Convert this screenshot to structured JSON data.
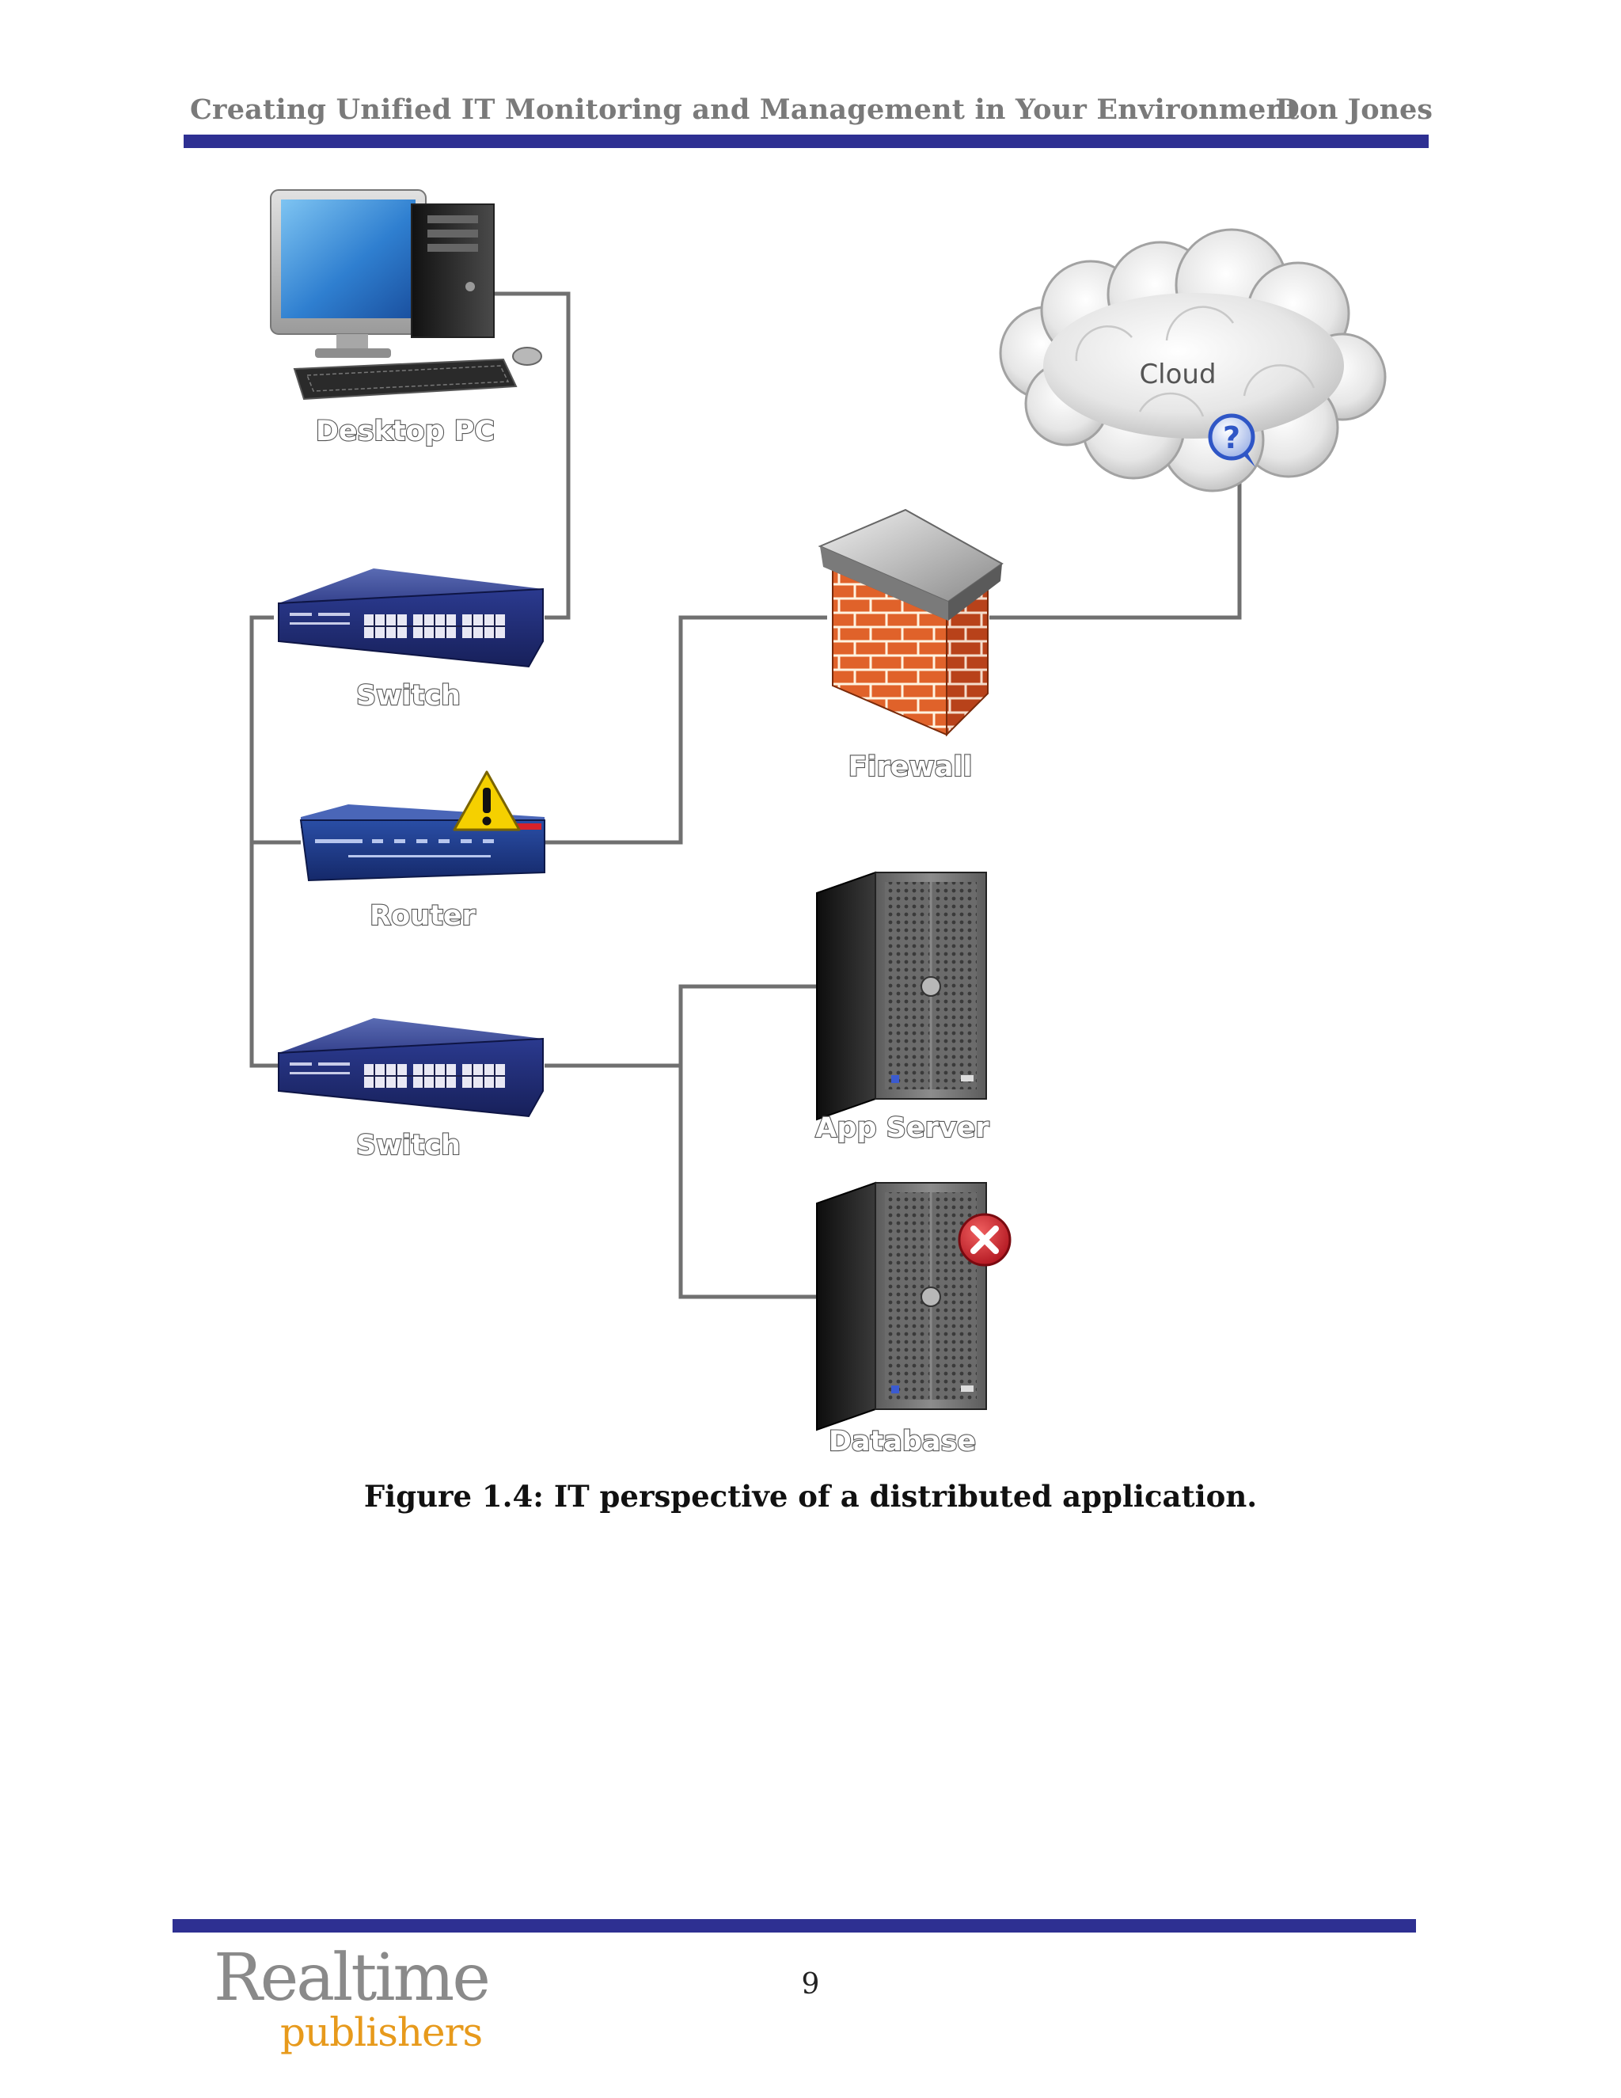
{
  "header": {
    "title": "Creating Unified IT Monitoring and Management in Your Environment",
    "author": "Don Jones",
    "rule_color": "#2e3092"
  },
  "diagram": {
    "nodes": {
      "desktop_pc": {
        "label": "Desktop PC",
        "icon": "desktop-computer-icon"
      },
      "switch_top": {
        "label": "Switch",
        "icon": "network-switch-icon"
      },
      "router": {
        "label": "Router",
        "icon": "router-icon",
        "status_icon": "warning-icon"
      },
      "switch_bottom": {
        "label": "Switch",
        "icon": "network-switch-icon"
      },
      "firewall": {
        "label": "Firewall",
        "icon": "brick-firewall-icon"
      },
      "cloud": {
        "label": "Cloud",
        "icon": "cloud-icon",
        "status_icon": "question-icon",
        "status_text": "?"
      },
      "app_server": {
        "label": "App Server",
        "icon": "tower-server-icon"
      },
      "database": {
        "label": "Database",
        "icon": "tower-server-icon",
        "status_icon": "error-x-icon"
      }
    },
    "status_colors": {
      "warning": "#f5d000",
      "error": "#c8202a",
      "question": "#2f56c6"
    }
  },
  "caption": "Figure 1.4: IT perspective of a distributed application.",
  "footer": {
    "page_number": "9",
    "logo": {
      "top": "Realtime",
      "bottom": "publishers",
      "top_color": "#8a8a8a",
      "bottom_color": "#e79a1c"
    }
  }
}
